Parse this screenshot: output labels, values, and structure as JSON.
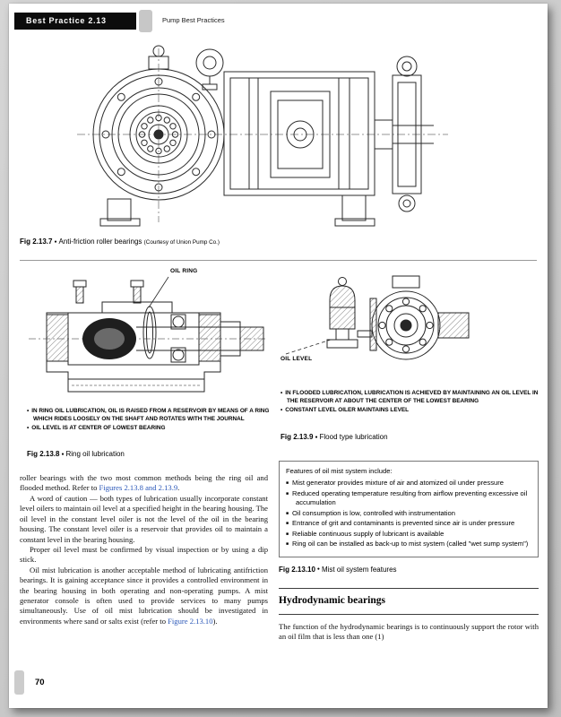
{
  "colors": {
    "link": "#2a57b8",
    "header_bar": "#0c0c0c"
  },
  "glyphs": {
    "caption_bullet": "●",
    "list_square": "■",
    "bullet_dot": "•"
  },
  "header": {
    "badge": "Best Practice 2.13",
    "running_head": "Pump Best Practices"
  },
  "fig7": {
    "label": "Fig 2.13.7",
    "caption": "Anti-friction roller bearings",
    "courtesy": "(Courtesy of Union Pump Co.)"
  },
  "fig8": {
    "annotation": "OIL RING",
    "bullets": [
      "IN RING OIL LUBRICATION, OIL IS RAISED FROM A RESERVOIR BY MEANS OF A RING WHICH RIDES LOOSELY ON THE SHAFT AND ROTATES WITH THE JOURNAL",
      "OIL LEVEL IS AT CENTER OF LOWEST BEARING"
    ],
    "label": "Fig 2.13.8",
    "caption": "Ring oil lubrication"
  },
  "fig9": {
    "annotation": "OIL LEVEL",
    "bullets": [
      "IN FLOODED LUBRICATION, LUBRICATION IS ACHIEVED BY MAINTAINING AN OIL LEVEL IN THE RESERVOIR AT ABOUT THE CENTER OF THE LOWEST BEARING",
      "CONSTANT LEVEL OILER MAINTAINS LEVEL"
    ],
    "label": "Fig 2.13.9",
    "caption": "Flood type lubrication"
  },
  "body": {
    "p1_pre": "roller bearings with the two most common methods being the ring oil and flooded method. Refer to ",
    "p1_link": "Figures 2.13.8 and 2.13.9",
    "p1_post": ".",
    "p2": "A word of caution — both types of lubrication usually incorporate constant level oilers to maintain oil level at a specified height in the bearing housing. The oil level in the constant level oiler is not the level of the oil in the bearing housing. The constant level oiler is a reservoir that provides oil to maintain a constant level in the bearing housing.",
    "p3": "Proper oil level must be confirmed by visual inspection or by using a dip stick.",
    "p4_pre": "Oil mist lubrication is another acceptable method of lubricating antifriction bearings. It is gaining acceptance since it provides a controlled environment in the bearing housing in both operating and non-operating pumps. A mist generator console is often used to provide services to many pumps simultaneously. Use of oil mist lubrication should be investigated in environments where sand or salts exist (refer to ",
    "p4_link": "Figure 2.13.10",
    "p4_post": ")."
  },
  "fig10": {
    "box_title": "Features of oil mist system include:",
    "items": [
      "Mist generator provides mixture of air and atomized oil under pressure",
      "Reduced operating temperature resulting from airflow preventing excessive oil accumulation",
      "Oil consumption is low, controlled with instrumentation",
      "Entrance of grit and contaminants is prevented since air is under pressure",
      "Reliable continuous supply of lubricant is available",
      "Ring oil can be installed as back-up to mist system (called \"wet sump system\")"
    ],
    "label": "Fig 2.13.10",
    "caption": "Mist oil system features"
  },
  "section": {
    "heading": "Hydrodynamic bearings",
    "p1": "The function of the hydrodynamic bearings is to continuously support the rotor with an oil film that is less than one (1)"
  },
  "footer": {
    "page_number": "70"
  }
}
